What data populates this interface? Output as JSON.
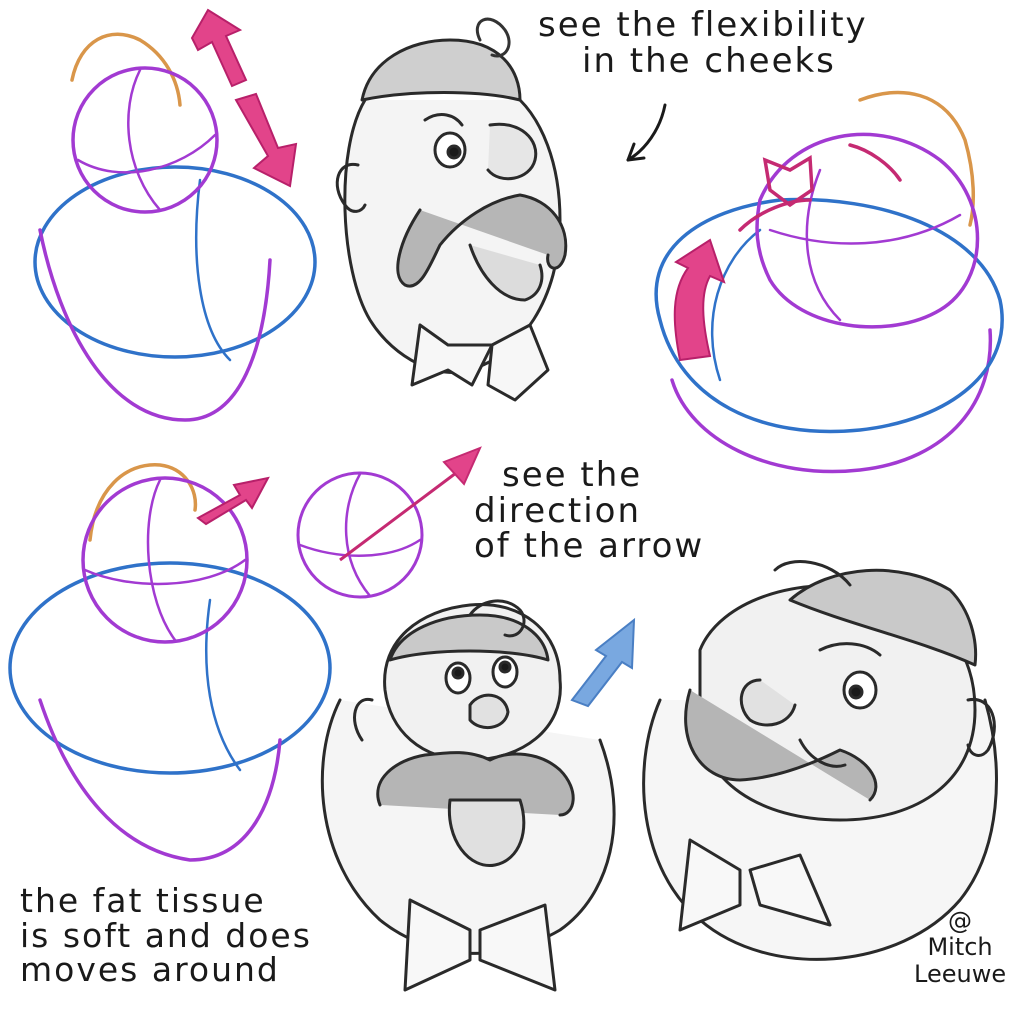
{
  "annotations": {
    "cheeks": [
      "see the flexibility",
      "in the cheeks"
    ],
    "arrow": [
      "see the",
      "direction",
      "of the arrow"
    ],
    "fat": [
      "the fat tissue",
      "is soft and does",
      "moves around"
    ]
  },
  "signature": [
    "@",
    "Mitch",
    "Leeuwe"
  ],
  "colors": {
    "ink": "#1a1a1a",
    "pencil": "#3a3a3a",
    "shading": "#9a9a9a",
    "guide_blue": "#2f72c9",
    "guide_purple": "#a23ad2",
    "guide_orange": "#d9964a",
    "arrow_pink": "#e2448a",
    "arrow_blue": "#79a8e0"
  },
  "icons": [
    "double-arrow-icon",
    "curved-arrow-icon",
    "direction-arrow-icon",
    "up-arrow-icon"
  ]
}
